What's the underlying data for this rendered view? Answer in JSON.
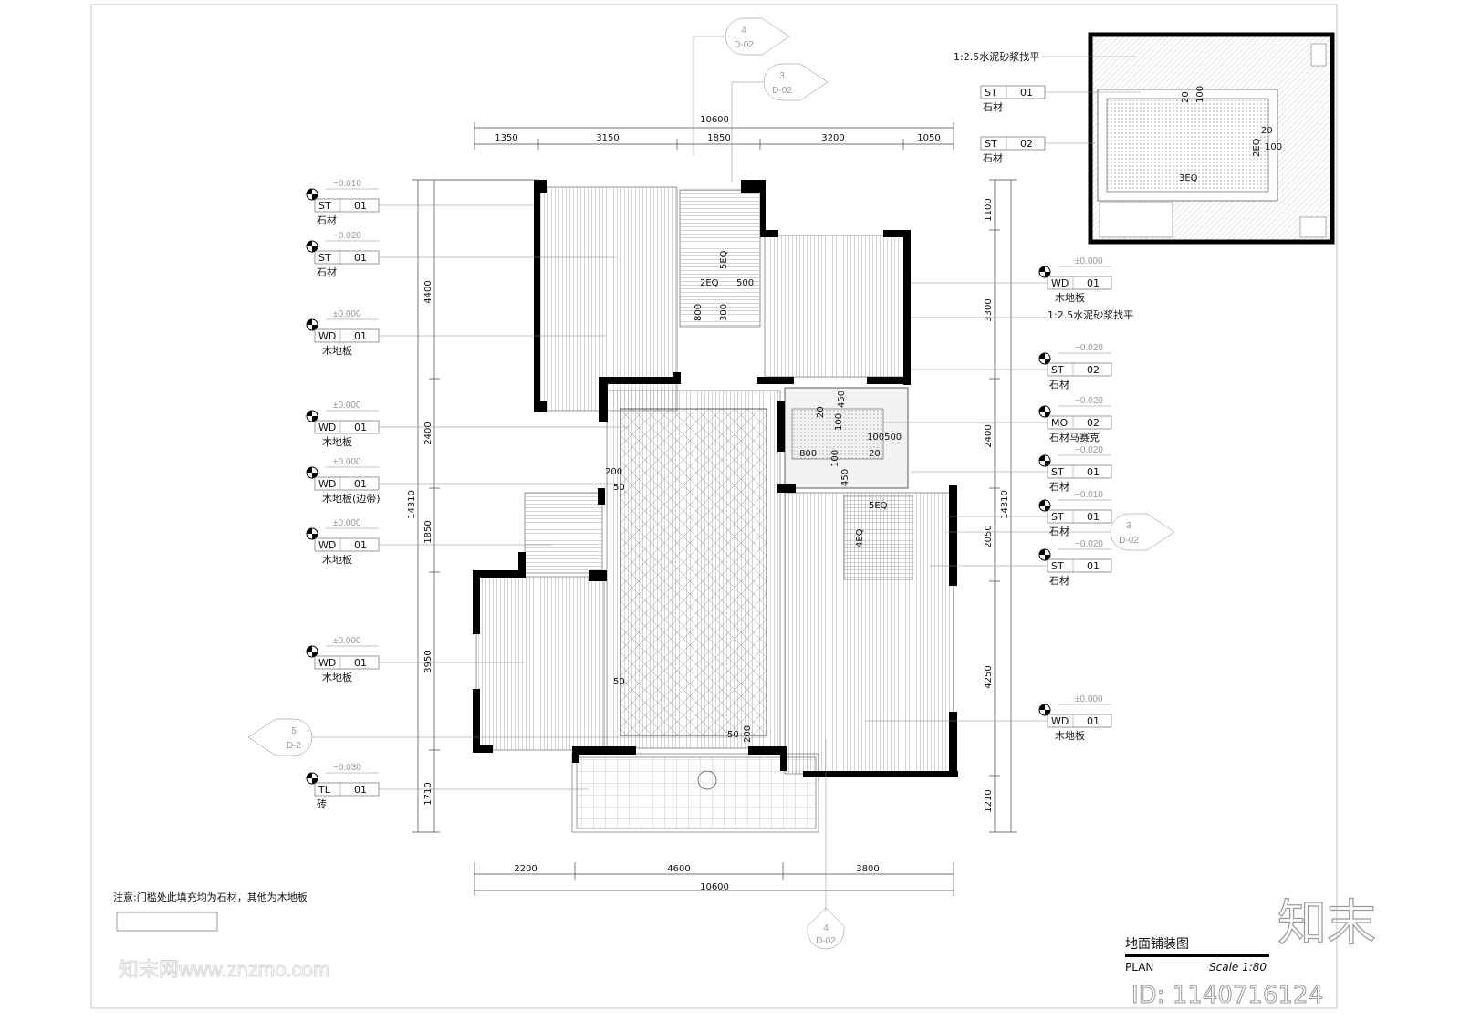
{
  "drawing": {
    "title": "地面铺装图",
    "subtitle": "PLAN",
    "scale": "Scale 1:80",
    "note": "注意:门槛处此填充均为石材，其他为木地板",
    "watermark_logo": "知末",
    "watermark_id": "ID: 1140716124",
    "watermark_site": "知末网www.znzmo.com"
  },
  "dims_top": {
    "total": "10600",
    "segments": [
      "1350",
      "3150",
      "1850",
      "3200",
      "1050"
    ]
  },
  "dims_bottom": {
    "total": "10600",
    "segments": [
      "2200",
      "4600",
      "3800"
    ]
  },
  "dims_left": {
    "total": "14310",
    "segments": [
      "4400",
      "2400",
      "1850",
      "3950",
      "1710"
    ]
  },
  "dims_right": {
    "total": "14310",
    "segments": [
      "1100",
      "3300",
      "2400",
      "2050",
      "4250",
      "1210"
    ]
  },
  "section_marks": [
    {
      "num": "4",
      "ref": "D-02"
    },
    {
      "num": "3",
      "ref": "D-02"
    },
    {
      "num": "5",
      "ref": "D-2"
    },
    {
      "num": "3",
      "ref": "D-02"
    },
    {
      "num": "4",
      "ref": "D-02"
    }
  ],
  "left_tags": [
    {
      "elev": "−0.010",
      "code": "ST",
      "num": "01",
      "name": "石材"
    },
    {
      "elev": "−0.020",
      "code": "ST",
      "num": "01",
      "name": "石材"
    },
    {
      "elev": "±0.000",
      "code": "WD",
      "num": "01",
      "name": "木地板"
    },
    {
      "elev": "±0.000",
      "code": "WD",
      "num": "01",
      "name": "木地板"
    },
    {
      "elev": "±0.000",
      "code": "WD",
      "num": "01",
      "name": "木地板(边带)"
    },
    {
      "elev": "±0.000",
      "code": "WD",
      "num": "01",
      "name": "木地板"
    },
    {
      "elev": "±0.000",
      "code": "WD",
      "num": "01",
      "name": "木地板"
    },
    {
      "elev": "−0.030",
      "code": "TL",
      "num": "01",
      "name": "砖"
    }
  ],
  "right_tags": [
    {
      "elev": "±0.000",
      "code": "WD",
      "num": "01",
      "name": "木地板"
    },
    {
      "elev": "−0.020",
      "code": "ST",
      "num": "02",
      "name": "石材"
    },
    {
      "elev": "−0.020",
      "code": "MO",
      "num": "02",
      "name": "石材马赛克"
    },
    {
      "elev": "−0.020",
      "code": "ST",
      "num": "01",
      "name": "石材"
    },
    {
      "elev": "−0.010",
      "code": "ST",
      "num": "01",
      "name": "石材"
    },
    {
      "elev": "−0.020",
      "code": "ST",
      "num": "01",
      "name": "石材"
    },
    {
      "elev": "±0.000",
      "code": "WD",
      "num": "01",
      "name": "木地板"
    }
  ],
  "screed_label": "1:2.5水泥砂浆找平",
  "inset": {
    "screed_label": "1:2.5水泥砂浆找平",
    "tags": [
      {
        "code": "ST",
        "num": "01",
        "name": "石材"
      },
      {
        "code": "ST",
        "num": "02",
        "name": "石材"
      }
    ],
    "dims": [
      "20",
      "100",
      "20",
      "2EQ",
      "100",
      "3EQ"
    ]
  },
  "plan_dims": {
    "stair_top": [
      "5EQ",
      "2EQ",
      "500",
      "300",
      "800"
    ],
    "bath": [
      "450",
      "20",
      "100",
      "100500",
      "800",
      "100",
      "20",
      "450"
    ],
    "hall": [
      "200",
      "50",
      "50",
      "50",
      "200"
    ],
    "stair_bottom": [
      "5EQ",
      "4EQ"
    ]
  }
}
